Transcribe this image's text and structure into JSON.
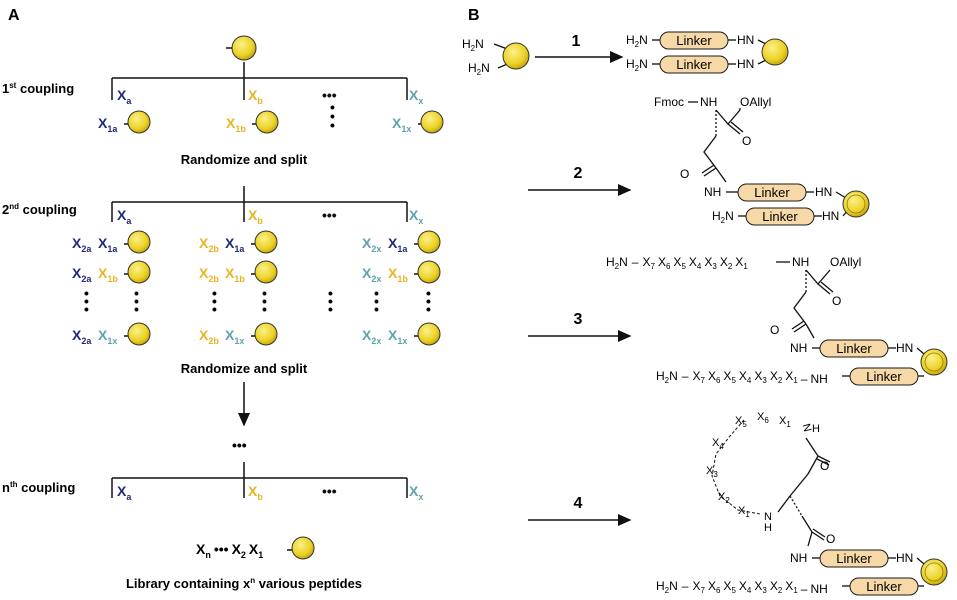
{
  "colors": {
    "navy": "#1f2a7a",
    "gold": "#e8b422",
    "teal": "#5ea3ad",
    "bead_fill": "#f2dd3a",
    "bead_stroke": "#5a5a1a",
    "linker_fill": "#f6d9a6",
    "linker_stroke": "#1a1a1a"
  },
  "panelA": {
    "label": "A",
    "coupling1": {
      "label": "1",
      "sup": "st",
      "rest": " coupling"
    },
    "coupling2": {
      "label": "2",
      "sup": "nd",
      "rest": " coupling"
    },
    "couplingN": {
      "label": "n",
      "sup": "th",
      "rest": " coupling"
    },
    "branch_a": {
      "base": "X",
      "sub": "a"
    },
    "branch_b": {
      "base": "X",
      "sub": "b"
    },
    "branch_x": {
      "base": "X",
      "sub": "x"
    },
    "x1a": {
      "base": "X",
      "sub": "1a"
    },
    "x1b": {
      "base": "X",
      "sub": "1b"
    },
    "x1x": {
      "base": "X",
      "sub": "1x"
    },
    "x2a": {
      "base": "X",
      "sub": "2a"
    },
    "x2b": {
      "base": "X",
      "sub": "2b"
    },
    "x2x": {
      "base": "X",
      "sub": "2x"
    },
    "randomize": "Randomize and split",
    "ellipsis": "•••",
    "final": {
      "xn": "X",
      "xn_sub": "n",
      "dots": "•••",
      "x2": "X",
      "x2_sub": "2",
      "x1": "X",
      "x1_sub": "1"
    },
    "caption": {
      "pre": "Library containing x",
      "sup": "n",
      "post": " various peptides"
    }
  },
  "panelB": {
    "label": "B",
    "steps": [
      "1",
      "2",
      "3",
      "4"
    ],
    "linker": "Linker",
    "hn": "HN",
    "nh": "NH",
    "h2n_h": "H",
    "h2n_2": "2",
    "h2n_n": "N",
    "fmoc": "Fmoc",
    "oallyl": "OAllyl",
    "o": "O",
    "n_label": "N",
    "h_label": "H",
    "nh_top": "NH",
    "peptide": {
      "h2n": "H₂N",
      "dash": "–",
      "chain": [
        {
          "b": "X",
          "s": "7"
        },
        {
          "b": "X",
          "s": "6"
        },
        {
          "b": "X",
          "s": "5"
        },
        {
          "b": "X",
          "s": "4"
        },
        {
          "b": "X",
          "s": "3"
        },
        {
          "b": "X",
          "s": "2"
        },
        {
          "b": "X",
          "s": "1"
        }
      ]
    },
    "ring_labels": [
      {
        "b": "X",
        "s": "5"
      },
      {
        "b": "X",
        "s": "6"
      },
      {
        "b": "X",
        "s": "1"
      },
      {
        "b": "X",
        "s": "4"
      },
      {
        "b": "X",
        "s": "3"
      },
      {
        "b": "X",
        "s": "2"
      },
      {
        "b": "X",
        "s": "1"
      }
    ]
  }
}
